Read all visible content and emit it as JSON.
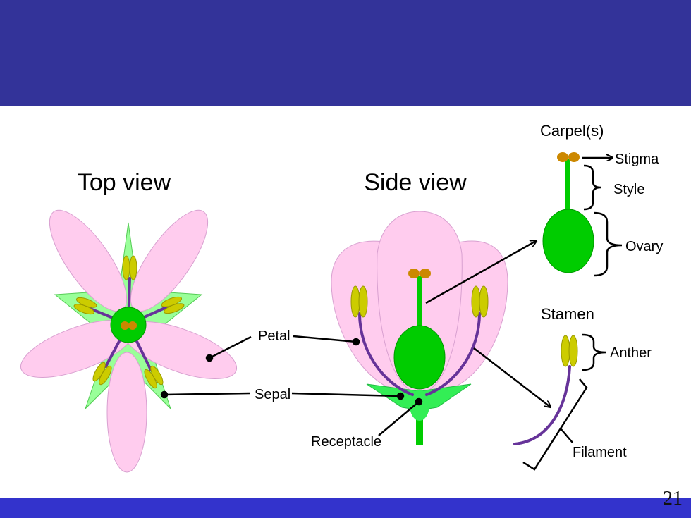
{
  "slide": {
    "page_number": "21",
    "colors": {
      "header": "#333399",
      "footer": "#3333cc"
    }
  },
  "diagram": {
    "top_view_title": "Top view",
    "side_view_title": "Side view",
    "carpel_title": "Carpel(s)",
    "stamen_title": "Stamen",
    "labels": {
      "petal": "Petal",
      "sepal": "Sepal",
      "receptacle": "Receptacle",
      "stigma": "Stigma",
      "style": "Style",
      "ovary": "Ovary",
      "anther": "Anther",
      "filament": "Filament"
    },
    "colors": {
      "petal": "#ffccee",
      "sepal": "#99ff99",
      "green_part": "#00cc00",
      "anther": "#cccc00",
      "filament": "#663399",
      "stigma": "#cc8800"
    }
  }
}
